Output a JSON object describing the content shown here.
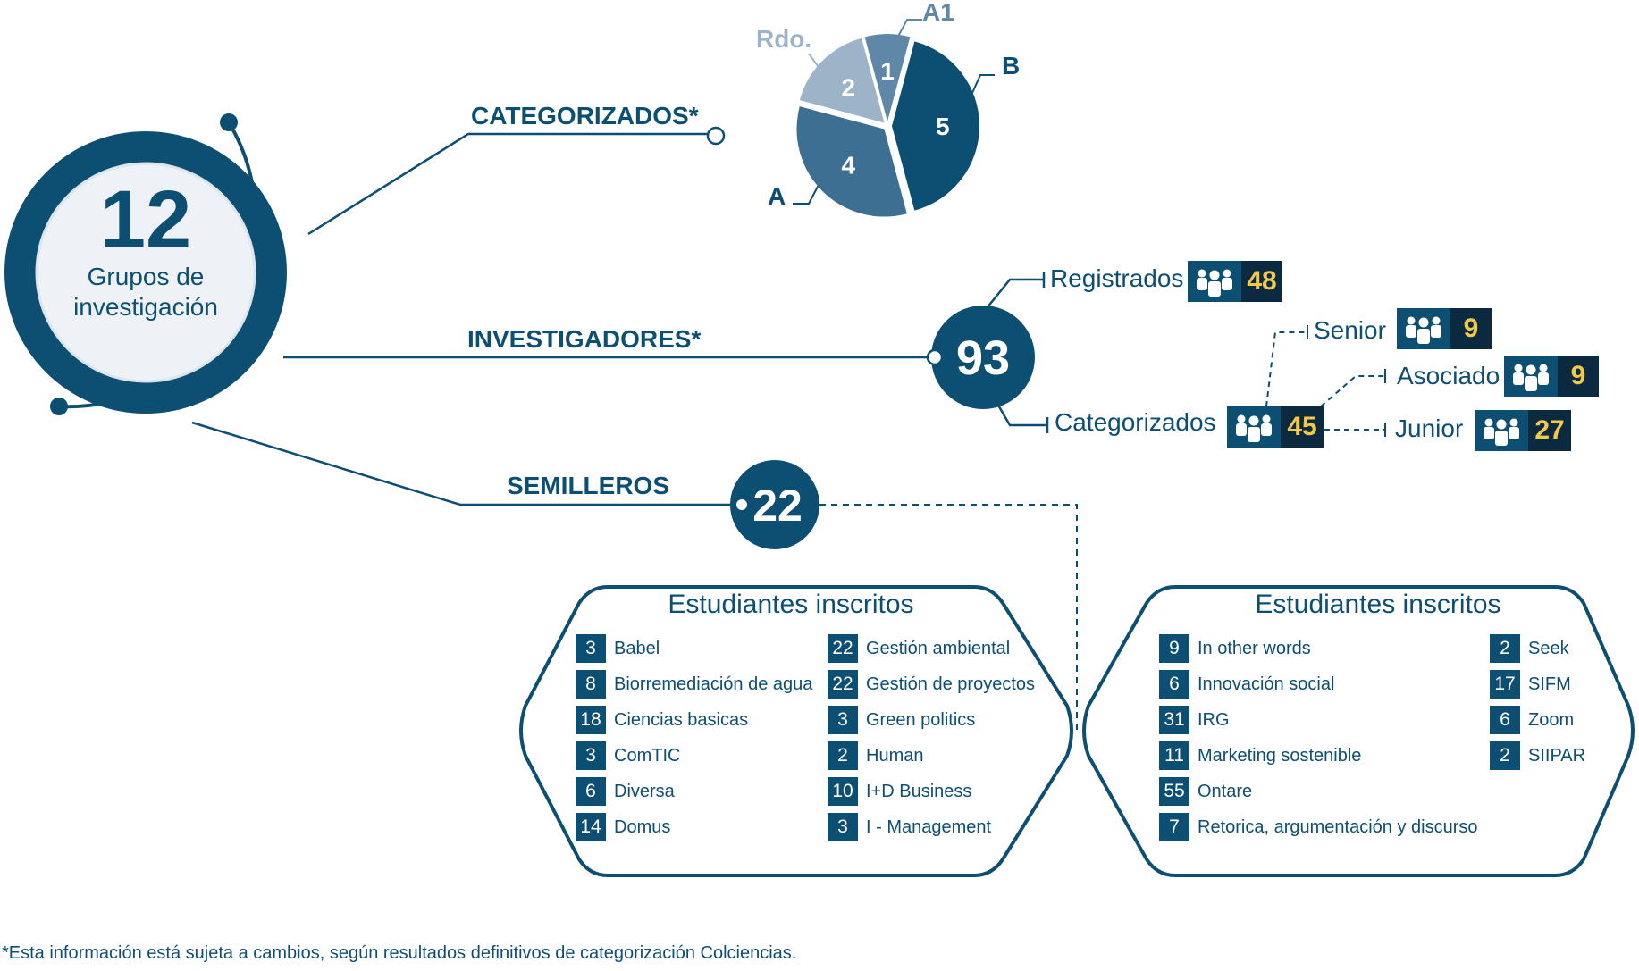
{
  "hub": {
    "number": "12",
    "label_line1": "Grupos de",
    "label_line2": "investigación"
  },
  "branches": {
    "categorizados": "CATEGORIZADOS*",
    "investigadores": "INVESTIGADORES*",
    "semilleros": "SEMILLEROS"
  },
  "chart_data": {
    "type": "pie",
    "categories": [
      "A1",
      "B",
      "A",
      "Rdo."
    ],
    "values": [
      1,
      5,
      4,
      2
    ],
    "colors": [
      "#5f88a8",
      "#0d4f73",
      "#3d6f92",
      "#9db4c8"
    ]
  },
  "investigadores": {
    "total": "93",
    "registrados": {
      "label": "Registrados",
      "value": "48"
    },
    "categorizados": {
      "label": "Categorizados",
      "value": "45"
    },
    "senior": {
      "label": "Senior",
      "value": "9"
    },
    "asociado": {
      "label": "Asociado",
      "value": "9"
    },
    "junior": {
      "label": "Junior",
      "value": "27"
    }
  },
  "semilleros": {
    "total": "22"
  },
  "box_left": {
    "title": "Estudiantes inscritos",
    "col1": [
      {
        "n": "3",
        "label": "Babel"
      },
      {
        "n": "8",
        "label": "Biorremediación de agua"
      },
      {
        "n": "18",
        "label": "Ciencias basicas"
      },
      {
        "n": "3",
        "label": "ComTIC"
      },
      {
        "n": "6",
        "label": "Diversa"
      },
      {
        "n": "14",
        "label": "Domus"
      }
    ],
    "col2": [
      {
        "n": "22",
        "label": "Gestión ambiental"
      },
      {
        "n": "22",
        "label": "Gestión de proyectos"
      },
      {
        "n": "3",
        "label": "Green politics"
      },
      {
        "n": "2",
        "label": "Human"
      },
      {
        "n": "10",
        "label": "I+D Business"
      },
      {
        "n": "3",
        "label": "I - Management"
      }
    ]
  },
  "box_right": {
    "title": "Estudiantes inscritos",
    "col1": [
      {
        "n": "9",
        "label": "In other words"
      },
      {
        "n": "6",
        "label": "Innovación social"
      },
      {
        "n": "31",
        "label": "IRG"
      },
      {
        "n": "11",
        "label": "Marketing sostenible"
      },
      {
        "n": "55",
        "label": "Ontare"
      },
      {
        "n": "7",
        "label": "Retorica, argumentación y discurso"
      }
    ],
    "col2": [
      {
        "n": "2",
        "label": "Seek"
      },
      {
        "n": "17",
        "label": "SIFM"
      },
      {
        "n": "6",
        "label": "Zoom"
      },
      {
        "n": "2",
        "label": "SIIPAR"
      }
    ]
  },
  "footnote": "*Esta información está sujeta a cambios, según resultados definitivos de categorización Colciencias.",
  "icons": {
    "badge": "people-group-icon"
  }
}
